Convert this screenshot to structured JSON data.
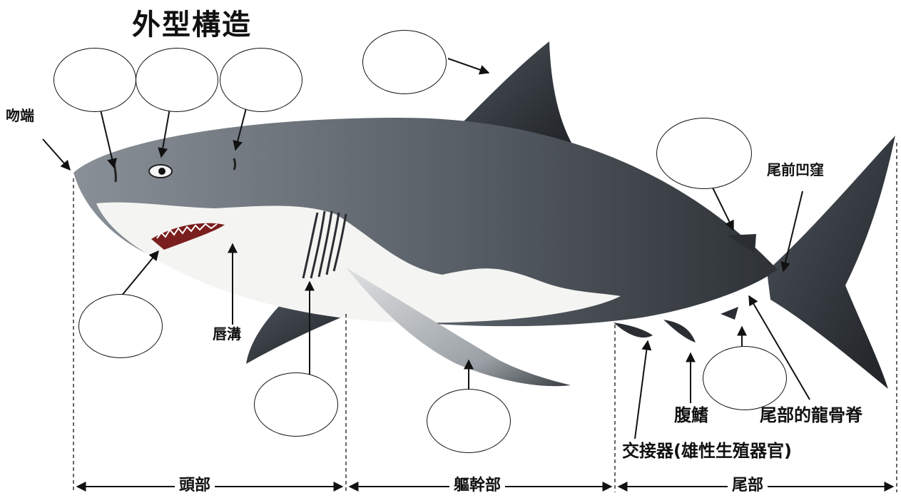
{
  "title": "外型構造",
  "labels": {
    "snout": "吻端",
    "precaudal_pit": "尾前凹窪",
    "labial_furrow": "唇溝",
    "pelvic_fin": "腹鰭",
    "caudal_keel": "尾部的龍骨脊",
    "clasper": "交接器(雄性生殖器官)"
  },
  "regions": {
    "head": "頭部",
    "trunk": "軀幹部",
    "tail": "尾部"
  },
  "answer_blanks": [
    {
      "id": "nostril",
      "value": ""
    },
    {
      "id": "eye",
      "value": ""
    },
    {
      "id": "spiracle",
      "value": ""
    },
    {
      "id": "first-dorsal-fin",
      "value": ""
    },
    {
      "id": "second-dorsal-fin",
      "value": ""
    },
    {
      "id": "mouth",
      "value": ""
    },
    {
      "id": "gill-slits",
      "value": ""
    },
    {
      "id": "pectoral-fin",
      "value": ""
    },
    {
      "id": "anal-fin",
      "value": ""
    }
  ],
  "colors": {
    "shark_dark": "#3a3f45",
    "shark_mid": "#6b727a",
    "belly": "#f4f4f2",
    "ink": "#111111"
  }
}
